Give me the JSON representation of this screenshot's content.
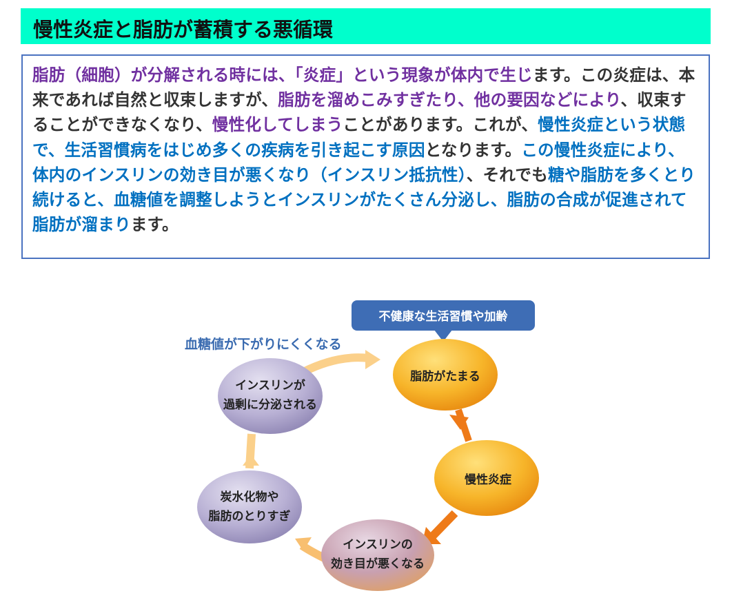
{
  "title": "慢性炎症と脂肪が蓄積する悪循環",
  "paragraph": [
    {
      "text": "脂肪（細胞）が分解される時には、「炎症」という現象が体内で生じ",
      "color": "purple"
    },
    {
      "text": "ます。この炎症は、本来であれば自然と収束しますが、",
      "color": "dark"
    },
    {
      "text": "脂肪を溜めこみすぎたり、他の要因などにより",
      "color": "purple"
    },
    {
      "text": "、収束することができなくなり、",
      "color": "dark"
    },
    {
      "text": "慢性化してしまう",
      "color": "purple"
    },
    {
      "text": "ことがあります。これが、",
      "color": "dark"
    },
    {
      "text": "慢性炎症という状態で、生活習慣病をはじめ多くの疾病を引き起こす原因",
      "color": "blue"
    },
    {
      "text": "となります。",
      "color": "dark"
    },
    {
      "text": "この慢性炎症により、体内のインスリンの効き目が悪くなり（インスリン抵抗性）",
      "color": "blue"
    },
    {
      "text": "、それでも",
      "color": "dark"
    },
    {
      "text": "糖や脂肪を多くとり続けると、血糖値を調整しようとインスリンがたくさん分泌し、脂肪の合成が促進されて脂肪が溜まり",
      "color": "blue"
    },
    {
      "text": "ます。",
      "color": "dark"
    }
  ],
  "diagram": {
    "callout": "不健康な生活習慣や加齢",
    "side_label": "血糖値が下がりにくくなる",
    "nodes": {
      "fat_accumulates": "脂肪がたまる",
      "chronic_inflammation": "慢性炎症",
      "insulin_worse": [
        "インスリンの",
        "効き目が悪くなる"
      ],
      "overeating": [
        "炭水化物や",
        "脂肪のとりすぎ"
      ],
      "insulin_excess": [
        "インスリンが",
        "過剰に分泌される"
      ]
    }
  },
  "colors": {
    "title_bg": "#00ffcc",
    "purple": "#7030a0",
    "blue": "#0070c0",
    "border": "#4a72c0"
  }
}
